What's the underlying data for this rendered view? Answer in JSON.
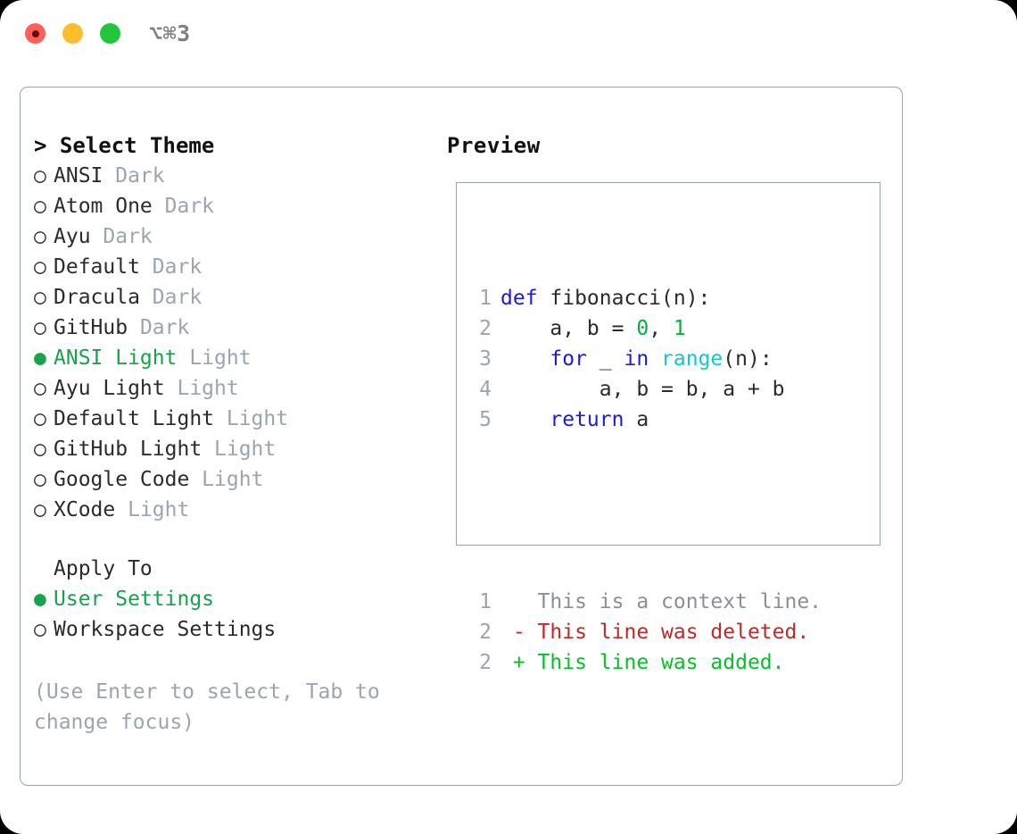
{
  "titlebar": {
    "shortcut": "⌥⌘3",
    "lights": [
      {
        "name": "close",
        "color": "#ff5f56"
      },
      {
        "name": "minimize",
        "color": "#ffbd2e"
      },
      {
        "name": "maximize",
        "color": "#22c63c"
      }
    ]
  },
  "left": {
    "heading": "> Select Theme",
    "themes": [
      {
        "marker": "○",
        "name": "ANSI",
        "kind": "Dark",
        "selected": false
      },
      {
        "marker": "○",
        "name": "Atom One",
        "kind": "Dark",
        "selected": false
      },
      {
        "marker": "○",
        "name": "Ayu",
        "kind": "Dark",
        "selected": false
      },
      {
        "marker": "○",
        "name": "Default",
        "kind": "Dark",
        "selected": false
      },
      {
        "marker": "○",
        "name": "Dracula",
        "kind": "Dark",
        "selected": false
      },
      {
        "marker": "○",
        "name": "GitHub",
        "kind": "Dark",
        "selected": false
      },
      {
        "marker": "●",
        "name": "ANSI Light",
        "kind": "Light",
        "selected": true
      },
      {
        "marker": "○",
        "name": "Ayu Light",
        "kind": "Light",
        "selected": false
      },
      {
        "marker": "○",
        "name": "Default Light",
        "kind": "Light",
        "selected": false
      },
      {
        "marker": "○",
        "name": "GitHub Light",
        "kind": "Light",
        "selected": false
      },
      {
        "marker": "○",
        "name": "Google Code",
        "kind": "Light",
        "selected": false
      },
      {
        "marker": "○",
        "name": "XCode",
        "kind": "Light",
        "selected": false
      }
    ],
    "apply_to": {
      "title": "Apply To",
      "options": [
        {
          "marker": "●",
          "label": "User Settings",
          "selected": true
        },
        {
          "marker": "○",
          "label": "Workspace Settings",
          "selected": false
        }
      ]
    },
    "hint": "(Use Enter to select, Tab to change focus)"
  },
  "right": {
    "heading": "Preview",
    "code_lines": [
      {
        "ln": "1",
        "tokens": [
          {
            "t": "def ",
            "c": "kw"
          },
          {
            "t": "fibonacci(n):",
            "c": "id"
          }
        ]
      },
      {
        "ln": "2",
        "tokens": [
          {
            "t": "    a, b = ",
            "c": "id"
          },
          {
            "t": "0",
            "c": "num"
          },
          {
            "t": ", ",
            "c": "id"
          },
          {
            "t": "1",
            "c": "num"
          }
        ]
      },
      {
        "ln": "3",
        "tokens": [
          {
            "t": "    ",
            "c": "id"
          },
          {
            "t": "for",
            "c": "kw"
          },
          {
            "t": " _ ",
            "c": "id"
          },
          {
            "t": "in",
            "c": "kw"
          },
          {
            "t": " ",
            "c": "id"
          },
          {
            "t": "range",
            "c": "fn"
          },
          {
            "t": "(n):",
            "c": "id"
          }
        ]
      },
      {
        "ln": "4",
        "tokens": [
          {
            "t": "        a, b = b, a + b",
            "c": "id"
          }
        ]
      },
      {
        "ln": "5",
        "tokens": [
          {
            "t": "    ",
            "c": "id"
          },
          {
            "t": "return",
            "c": "kw"
          },
          {
            "t": " a",
            "c": "id"
          }
        ]
      }
    ],
    "diff_lines": [
      {
        "ln": "1",
        "sign": " ",
        "text": "This is a context line.",
        "kind": "ctx"
      },
      {
        "ln": "2",
        "sign": "-",
        "text": "This line was deleted.",
        "kind": "del"
      },
      {
        "ln": "2",
        "sign": "+",
        "text": "This line was added.",
        "kind": "add"
      }
    ]
  },
  "colors": {
    "accent_green": "#17a34a",
    "muted": "#9aa4b2",
    "border": "#98a2b3",
    "keyword": "#1a1ae0",
    "function": "#11c9c9",
    "number": "#00b33c",
    "diff_deleted": "#c62626",
    "diff_added": "#00c425"
  }
}
